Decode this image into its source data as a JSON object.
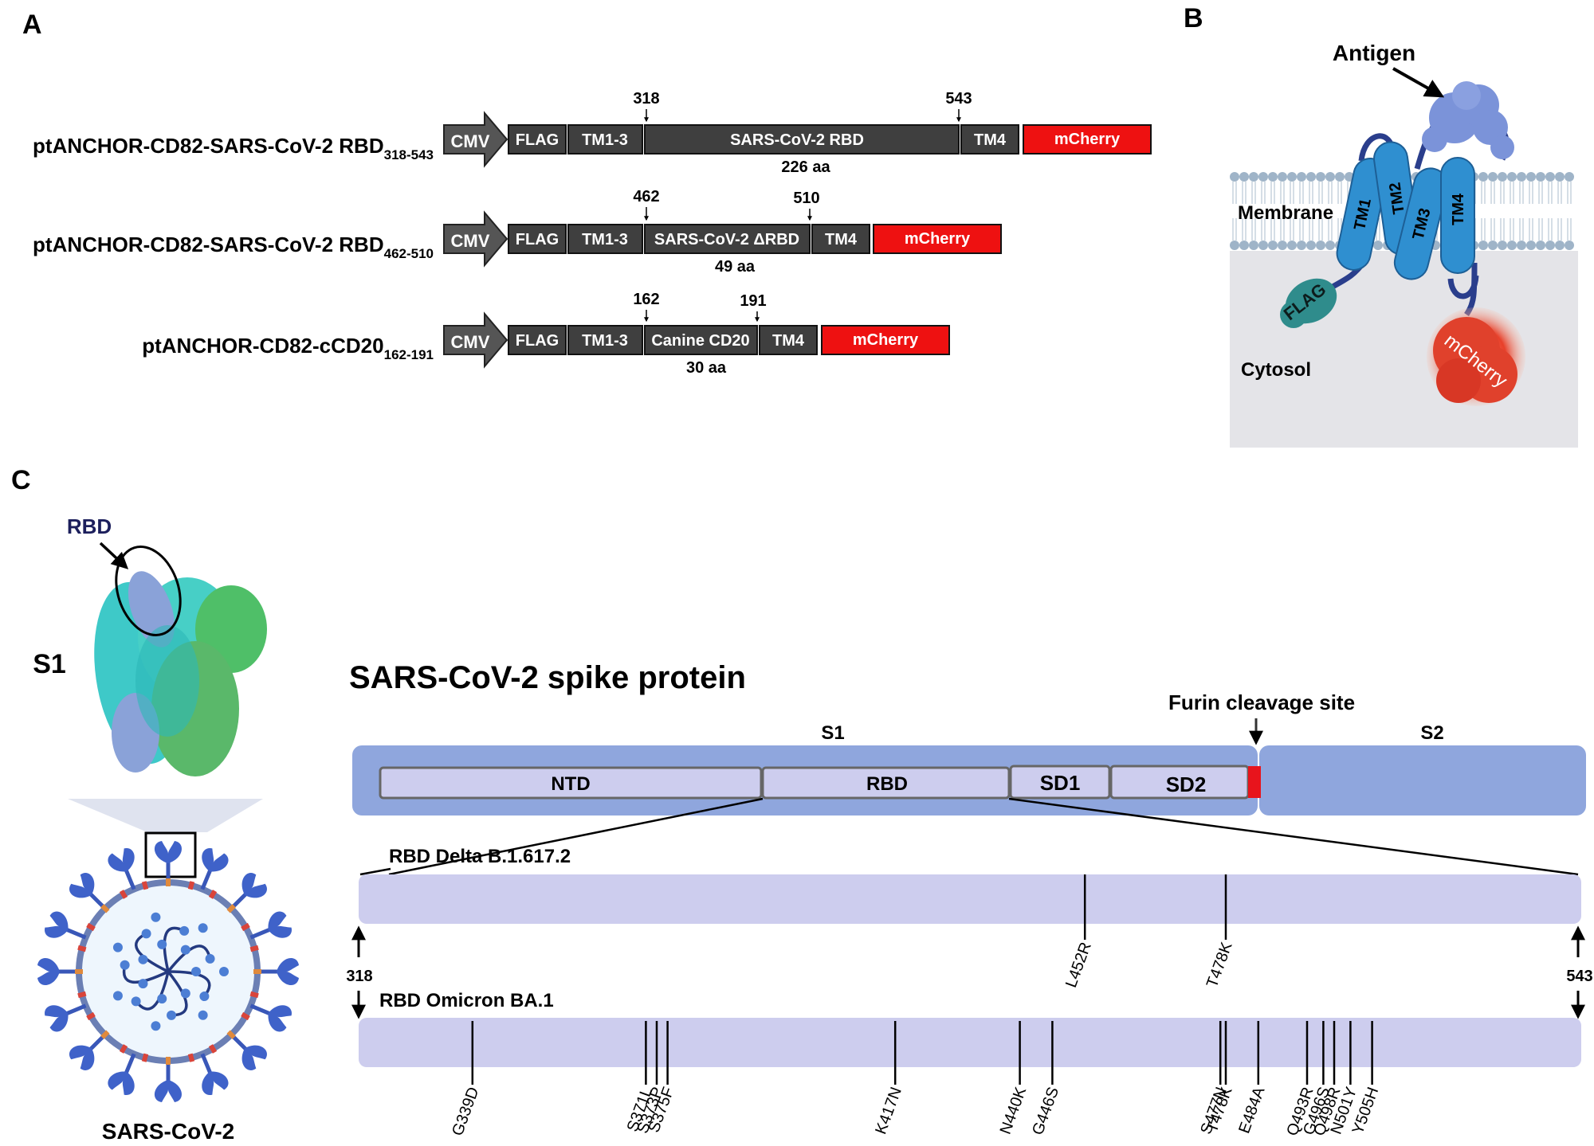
{
  "panel_a": {
    "label": "A",
    "constructs": [
      {
        "name": "ptANCHOR-CD82-SARS-CoV-2 RBD",
        "sub": "318-543",
        "promoter": "CMV",
        "flag": "FLAG",
        "tm13": "TM1-3",
        "insert": "SARS-CoV-2 RBD",
        "tm4": "TM4",
        "reporter": "mCherry",
        "start": "318",
        "end": "543",
        "length": "226 aa"
      },
      {
        "name": "ptANCHOR-CD82-SARS-CoV-2 RBD",
        "sub": "462-510",
        "promoter": "CMV",
        "flag": "FLAG",
        "tm13": "TM1-3",
        "insert": "SARS-CoV-2 ΔRBD",
        "tm4": "TM4",
        "reporter": "mCherry",
        "start": "462",
        "end": "510",
        "length": "49 aa"
      },
      {
        "name": "ptANCHOR-CD82-cCD20",
        "sub": "162-191",
        "promoter": "CMV",
        "flag": "FLAG",
        "tm13": "TM1-3",
        "insert": "Canine CD20",
        "tm4": "TM4",
        "reporter": "mCherry",
        "start": "162",
        "end": "191",
        "length": "30 aa"
      }
    ]
  },
  "panel_b": {
    "label": "B",
    "antigen": "Antigen",
    "membrane": "Membrane",
    "cytosol": "Cytosol",
    "helices": [
      "TM1",
      "TM2",
      "TM3",
      "TM4"
    ],
    "flag": "FLAG",
    "reporter": "mCherry"
  },
  "panel_c": {
    "label": "C",
    "rbd_label": "RBD",
    "s1_label": "S1",
    "virus_label": "SARS-CoV-2",
    "title": "SARS-CoV-2 spike protein",
    "furin": "Furin cleavage site",
    "s1": "S1",
    "s2": "S2",
    "domains": [
      "NTD",
      "RBD",
      "SD1",
      "SD2"
    ],
    "delta": {
      "label": "RBD Delta B.1.617.2",
      "mutations": [
        {
          "name": "L452R",
          "pos": 452
        },
        {
          "name": "T478K",
          "pos": 478
        }
      ]
    },
    "omicron": {
      "label": "RBD Omicron BA.1",
      "mutations": [
        {
          "name": "G339D",
          "pos": 339
        },
        {
          "name": "S371L",
          "pos": 371
        },
        {
          "name": "S373P",
          "pos": 373
        },
        {
          "name": "S375F",
          "pos": 375
        },
        {
          "name": "K417N",
          "pos": 417
        },
        {
          "name": "N440K",
          "pos": 440
        },
        {
          "name": "G446S",
          "pos": 446
        },
        {
          "name": "S477N",
          "pos": 477
        },
        {
          "name": "T478K",
          "pos": 478
        },
        {
          "name": "E484A",
          "pos": 484
        },
        {
          "name": "Q493R",
          "pos": 493
        },
        {
          "name": "G496S",
          "pos": 496
        },
        {
          "name": "Q498R",
          "pos": 498
        },
        {
          "name": "N501Y",
          "pos": 501
        },
        {
          "name": "Y505H",
          "pos": 505
        }
      ]
    },
    "range_start": "318",
    "range_end": "543"
  },
  "colors": {
    "segment": "#3f3f3f",
    "mcherry": "#ee1111",
    "spike_bg": "#8fa6dd",
    "domain_fill": "#cdcdee",
    "helix": "#2f8fd0",
    "furin_mark": "#e8141c"
  }
}
